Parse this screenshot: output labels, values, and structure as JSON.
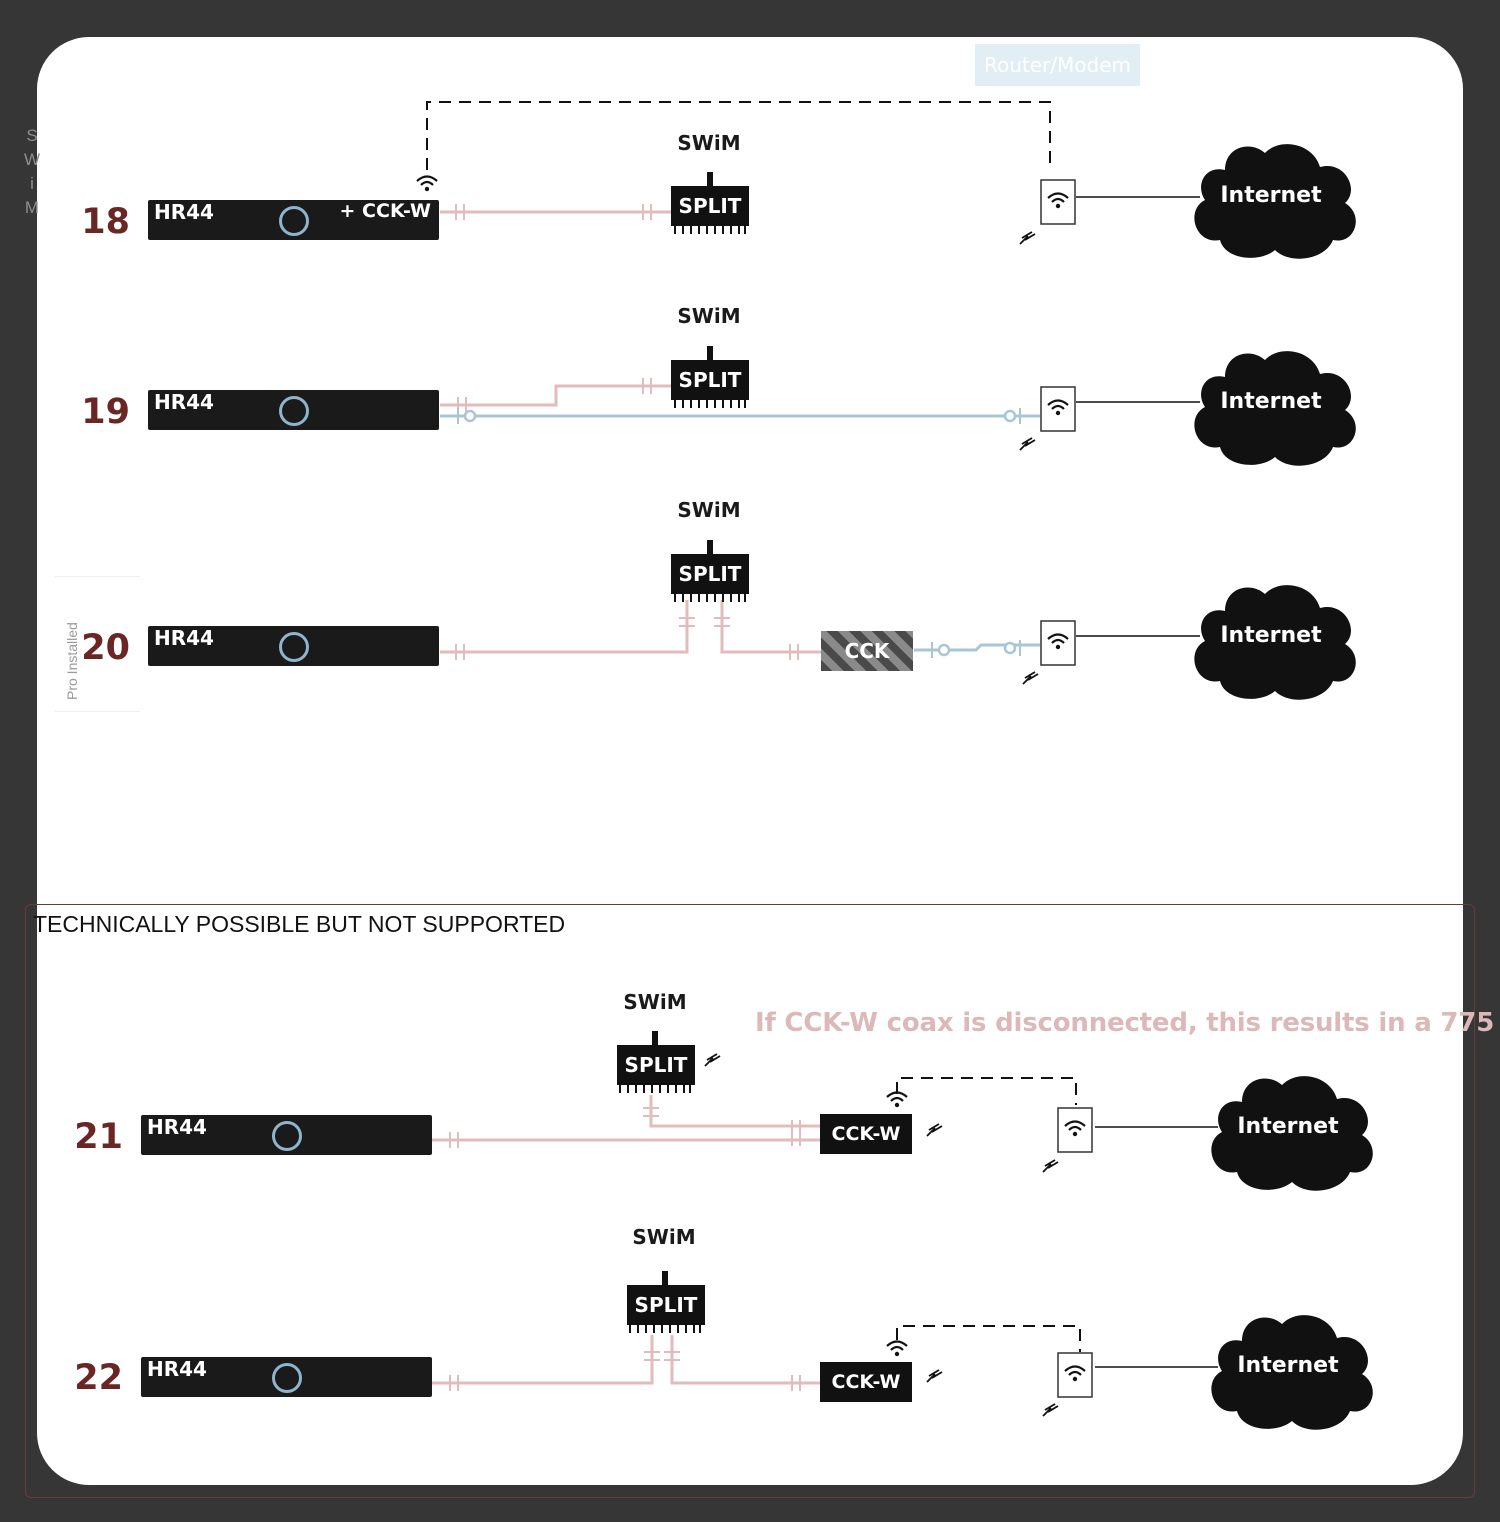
{
  "side_label": [
    "S",
    "W",
    "i",
    "M"
  ],
  "pro_installed": "Pro Installed",
  "router_label": "Router/Modem",
  "section_heading": "TECHNICALLY POSSIBLE BUT NOT SUPPORTED",
  "note": "If CCK-W coax is disconnected, this results in a 775",
  "rows": [
    {
      "num": "18",
      "receiver": "HR44",
      "extra": "+ CCK-W",
      "swim": "SWiM",
      "split": "SPLIT",
      "cloud": "Internet"
    },
    {
      "num": "19",
      "receiver": "HR44",
      "swim": "SWiM",
      "split": "SPLIT",
      "cloud": "Internet"
    },
    {
      "num": "20",
      "receiver": "HR44",
      "swim": "SWiM",
      "split": "SPLIT",
      "adapter": "CCK",
      "cloud": "Internet"
    },
    {
      "num": "21",
      "receiver": "HR44",
      "swim": "SWiM",
      "split": "SPLIT",
      "adapter": "CCK-W",
      "cloud": "Internet"
    },
    {
      "num": "22",
      "receiver": "HR44",
      "swim": "SWiM",
      "split": "SPLIT",
      "adapter": "CCK-W",
      "cloud": "Internet"
    }
  ],
  "colors": {
    "coax": "#e2bcbc",
    "ethernet": "#a9c5d6",
    "dark": "#111111",
    "row_number": "#6a2525",
    "note": "#dcb8b8"
  }
}
